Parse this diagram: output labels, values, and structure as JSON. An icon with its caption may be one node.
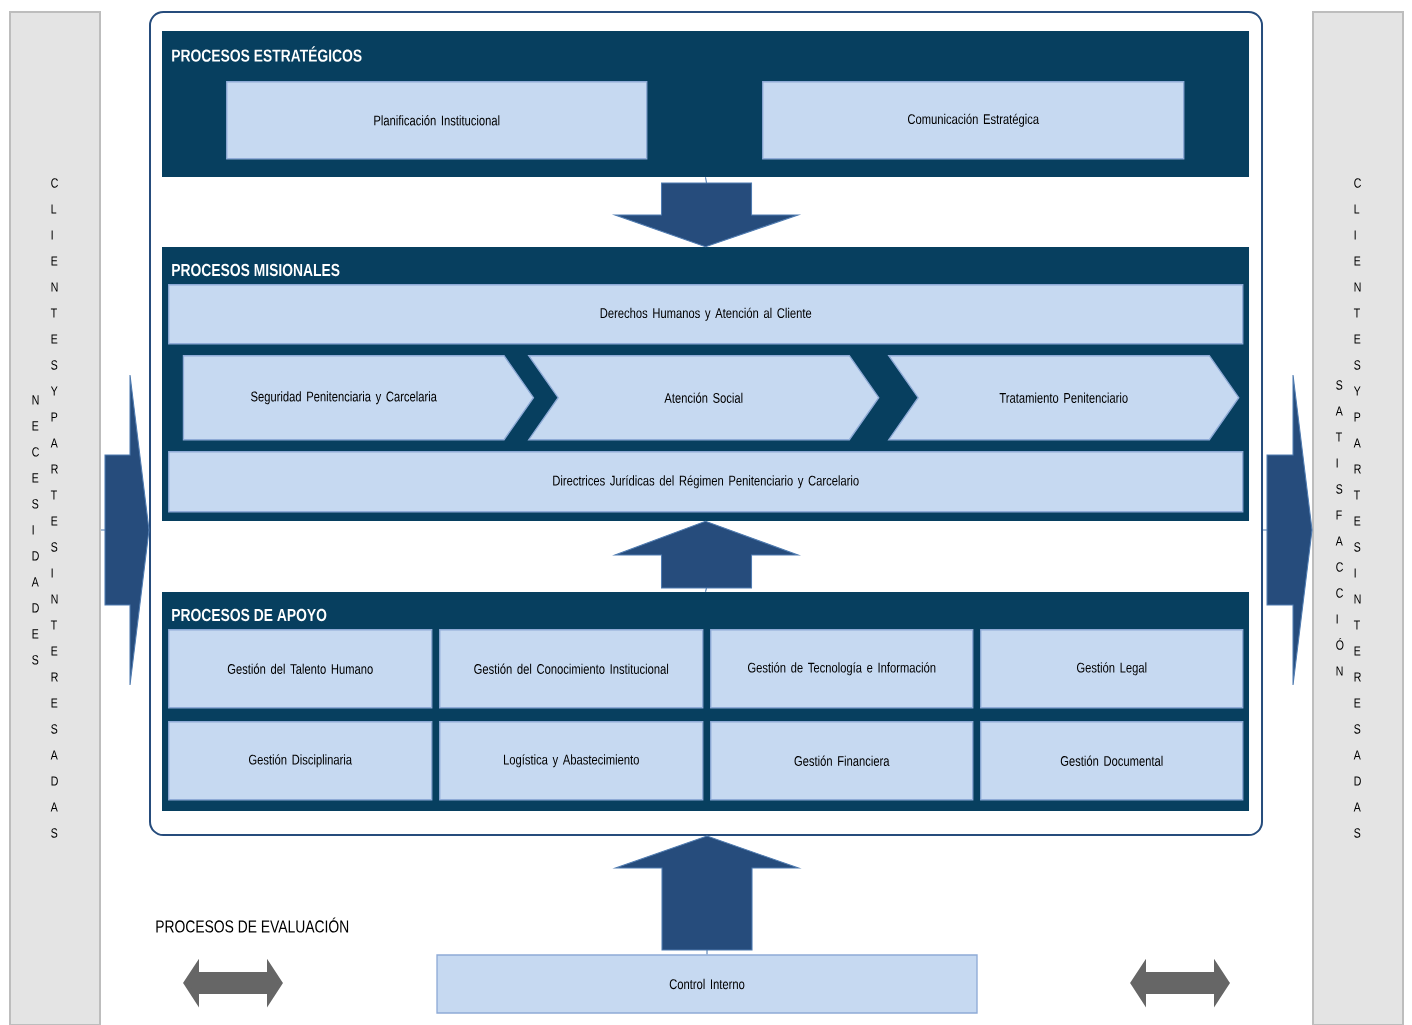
{
  "diagram": {
    "nodes": [
      {
        "text": [
          "NECESIDADES",
          "CLIENTES Y PARTES INTERESADAS"
        ]
      },
      {
        "text": [],
        "shape": "box"
      },
      {
        "text": [
          "PROCESOS ESTRATÉGICOS"
        ],
        "in": 1
      },
      {
        "text": [
          "Planificación Institucional"
        ],
        "in": 2
      },
      {
        "text": [
          "Comunicación Estratégica"
        ],
        "in": 2
      },
      {
        "text": [
          "PROCESOS MISIONALES"
        ],
        "in": 1
      },
      {
        "text": [
          "Derechos Humanos y Atención al Cliente"
        ],
        "in": 5
      },
      {
        "text": [
          "Seguridad Penitenciaria y Carcelaria"
        ],
        "in": 5
      },
      {
        "text": [
          "Atención Social"
        ],
        "in": 5
      },
      {
        "text": [
          "Tratamiento Penitenciario"
        ],
        "in": 5
      },
      {
        "text": [
          "Directrices Jurídicas del Régimen Penitenciario y Carcelario"
        ],
        "in": 5
      },
      {
        "text": [
          "PROCESOS DE APOYO"
        ],
        "in": 1
      },
      {
        "text": [
          "Gestión del Talento Humano"
        ],
        "in": 11
      },
      {
        "text": [
          "Gestión del Conocimiento Institucional"
        ],
        "in": 11
      },
      {
        "text": [
          "Gestión de Tecnología e Información"
        ],
        "in": 11
      },
      {
        "text": [
          "Gestión Legal"
        ],
        "in": 11
      },
      {
        "text": [
          "Gestión Disciplinaria"
        ],
        "in": 11
      },
      {
        "text": [
          "Logística y Abastecimiento"
        ],
        "in": 11
      },
      {
        "text": [
          "Gestión Financiera"
        ],
        "in": 11
      },
      {
        "text": [
          "Gestión Documental"
        ],
        "in": 11
      },
      {
        "text": [
          "Control Interno"
        ]
      },
      {
        "text": [
          "SATISFACCIÓN",
          "CLIENTES Y PARTES INTERESADAS"
        ]
      }
    ],
    "edges": [
      {
        "from": 0,
        "to": 1,
        "arrow": "to"
      },
      {
        "from": 2,
        "to": 5,
        "arrow": "to"
      },
      {
        "from": 11,
        "to": 5,
        "arrow": "to"
      },
      {
        "from": 20,
        "to": 1,
        "arrow": "to"
      },
      {
        "from": 1,
        "to": 21,
        "arrow": "to"
      }
    ],
    "labels": [
      "PROCESOS DE EVALUACIÓN"
    ]
  }
}
